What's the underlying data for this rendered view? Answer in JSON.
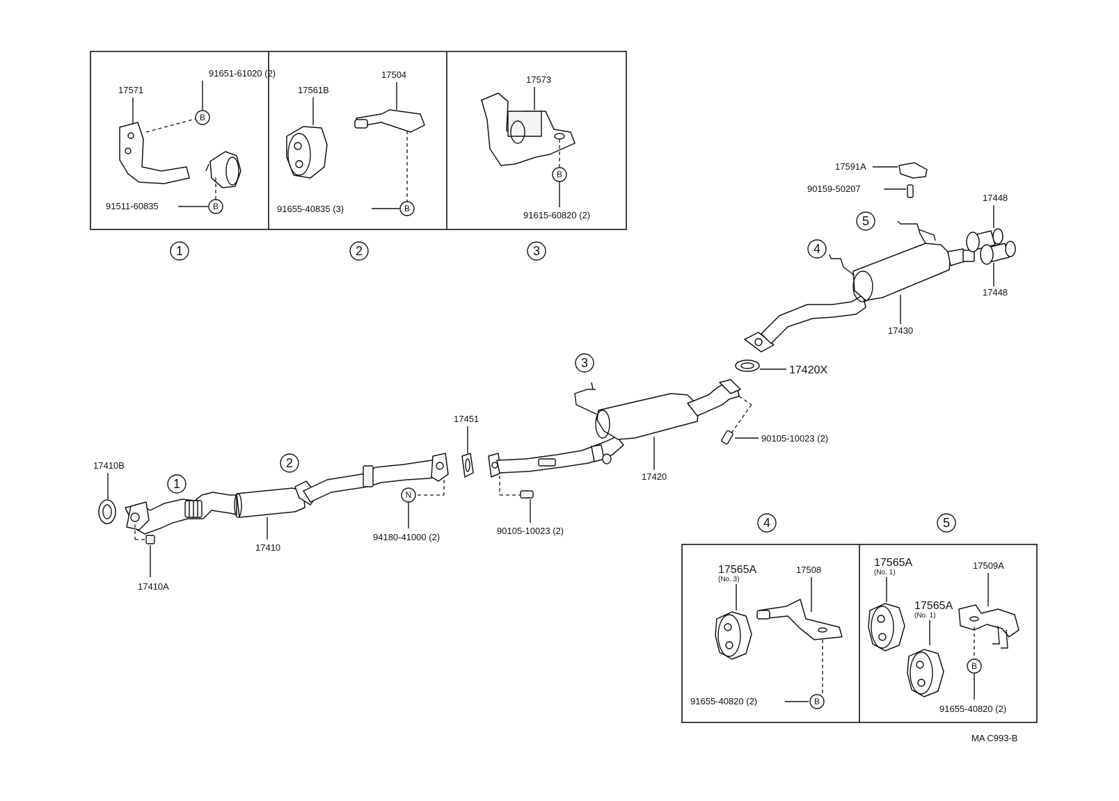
{
  "diagram_code": "MA C993-B",
  "markers": {
    "m1": "1",
    "m2": "2",
    "m3": "3",
    "m4": "4",
    "m5": "5",
    "bolt": "B",
    "nut": "N"
  },
  "detail_1": {
    "bracket": "17571",
    "bolt_upper": "91651-61020 (2)",
    "bolt_lower": "91511-60835"
  },
  "detail_2": {
    "cushion": "17561B",
    "bracket": "17504",
    "bolt": "91655-40835 (3)"
  },
  "detail_3": {
    "support": "17573",
    "bolt": "91615-60820 (2)"
  },
  "detail_4": {
    "cushion": "17565A",
    "cushion_note": "(No. 3)",
    "bracket": "17508",
    "bolt": "91655-40820 (2)"
  },
  "detail_5": {
    "cushion_a": "17565A",
    "cushion_a_note": "(No. 1)",
    "cushion_b": "17565A",
    "cushion_b_note": "(No. 1)",
    "bracket": "17509A",
    "bolt": "91655-40820 (2)"
  },
  "main": {
    "gasket_front": "17410B",
    "nut_front": "17410A",
    "front_pipe": "17410",
    "nut_center": "94180-41000 (2)",
    "gasket_mid": "17451",
    "bolt_mid": "90105-10023 (2)",
    "center_pipe": "17420",
    "bolt_rear": "90105-10023 (2)",
    "gasket_rear": "17420X",
    "tail_pipe": "17430",
    "tip_upper": "17448",
    "tip_lower": "17448",
    "protector": "17591A",
    "screw": "90159-50207"
  }
}
